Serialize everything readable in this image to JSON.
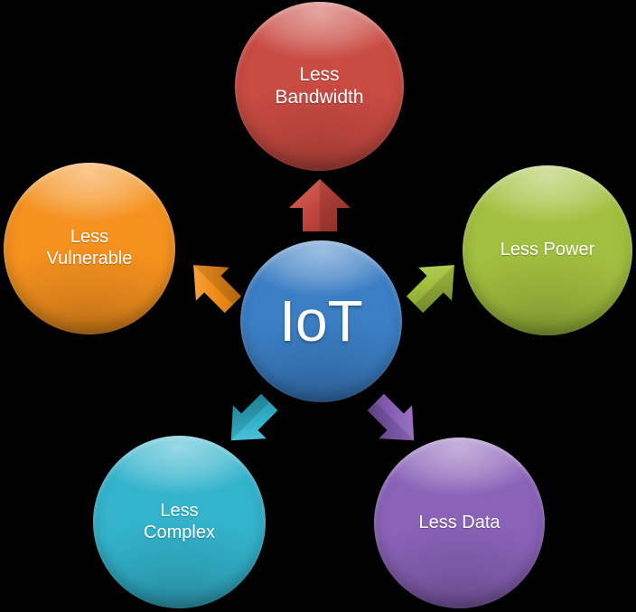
{
  "diagram": {
    "title_center": "IoT",
    "background_color": "#000000",
    "center": {
      "label": "IoT",
      "color": "#3B7EC4",
      "name": "center-node-iot"
    },
    "nodes": [
      {
        "key": "bandwidth",
        "label": "Less\nBandwidth",
        "color": "#C94B42",
        "position": "top"
      },
      {
        "key": "power",
        "label": "Less Power",
        "color": "#A2C03F",
        "position": "right"
      },
      {
        "key": "data",
        "label": "Less Data",
        "color": "#8A62B8",
        "position": "bottom-right"
      },
      {
        "key": "complex",
        "label": "Less\nComplex",
        "color": "#33B3CC",
        "position": "bottom-left"
      },
      {
        "key": "vulnerable",
        "label": "Less\nVulnerable",
        "color": "#F5911E",
        "position": "left"
      }
    ],
    "arrows": [
      {
        "key": "up",
        "color": "#C94B42",
        "direction": "up",
        "points_to": "bandwidth"
      },
      {
        "key": "upright",
        "color": "#A2C03F",
        "direction": "up-right",
        "points_to": "power"
      },
      {
        "key": "downright",
        "color": "#8A62B8",
        "direction": "down-right",
        "points_to": "data"
      },
      {
        "key": "downleft",
        "color": "#33B3CC",
        "direction": "down-left",
        "points_to": "complex"
      },
      {
        "key": "upleft",
        "color": "#F5911E",
        "direction": "up-left",
        "points_to": "vulnerable"
      }
    ]
  }
}
